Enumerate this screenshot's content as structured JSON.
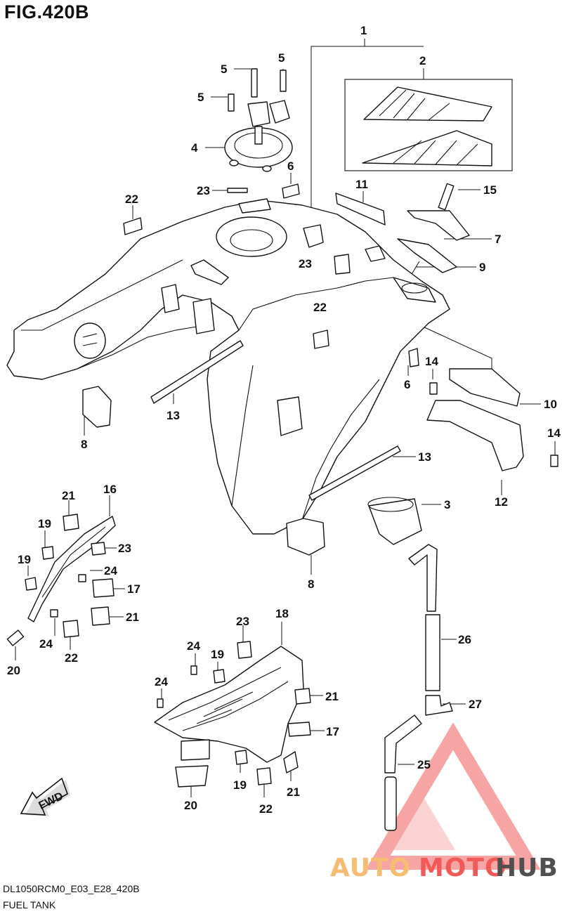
{
  "figure": {
    "title": "FIG.420B",
    "model_code": "DL1050RCM0_E03_E28_420B",
    "description": "FUEL TANK"
  },
  "fwd_badge": "FWD",
  "watermark": {
    "part1": "AUTO",
    "part2": "MOTO",
    "part3": "HUB",
    "colors": {
      "auto": "#f6bd72",
      "moto": "#f25a5a",
      "hub": "#505050"
    }
  },
  "callouts": [
    {
      "id": "c1",
      "label": "1"
    },
    {
      "id": "c2",
      "label": "2"
    },
    {
      "id": "c3",
      "label": "3"
    },
    {
      "id": "c4",
      "label": "4"
    },
    {
      "id": "c5a",
      "label": "5"
    },
    {
      "id": "c5b",
      "label": "5"
    },
    {
      "id": "c5c",
      "label": "5"
    },
    {
      "id": "c6a",
      "label": "6"
    },
    {
      "id": "c6b",
      "label": "6"
    },
    {
      "id": "c7",
      "label": "7"
    },
    {
      "id": "c8a",
      "label": "8"
    },
    {
      "id": "c8b",
      "label": "8"
    },
    {
      "id": "c9",
      "label": "9"
    },
    {
      "id": "c10",
      "label": "10"
    },
    {
      "id": "c11",
      "label": "11"
    },
    {
      "id": "c12",
      "label": "12"
    },
    {
      "id": "c13a",
      "label": "13"
    },
    {
      "id": "c13b",
      "label": "13"
    },
    {
      "id": "c14a",
      "label": "14"
    },
    {
      "id": "c14b",
      "label": "14"
    },
    {
      "id": "c15",
      "label": "15"
    },
    {
      "id": "c16",
      "label": "16"
    },
    {
      "id": "c17a",
      "label": "17"
    },
    {
      "id": "c17b",
      "label": "17"
    },
    {
      "id": "c18",
      "label": "18"
    },
    {
      "id": "c19a",
      "label": "19"
    },
    {
      "id": "c19b",
      "label": "19"
    },
    {
      "id": "c19c",
      "label": "19"
    },
    {
      "id": "c19d",
      "label": "19"
    },
    {
      "id": "c20a",
      "label": "20"
    },
    {
      "id": "c20b",
      "label": "20"
    },
    {
      "id": "c21a",
      "label": "21"
    },
    {
      "id": "c21b",
      "label": "21"
    },
    {
      "id": "c21c",
      "label": "21"
    },
    {
      "id": "c21d",
      "label": "21"
    },
    {
      "id": "c22a",
      "label": "22"
    },
    {
      "id": "c22b",
      "label": "22"
    },
    {
      "id": "c22c",
      "label": "22"
    },
    {
      "id": "c22d",
      "label": "22"
    },
    {
      "id": "c23a",
      "label": "23"
    },
    {
      "id": "c23b",
      "label": "23"
    },
    {
      "id": "c23c",
      "label": "23"
    },
    {
      "id": "c23d",
      "label": "23"
    },
    {
      "id": "c24a",
      "label": "24"
    },
    {
      "id": "c24b",
      "label": "24"
    },
    {
      "id": "c24c",
      "label": "24"
    },
    {
      "id": "c24d",
      "label": "24"
    },
    {
      "id": "c25",
      "label": "25"
    },
    {
      "id": "c26",
      "label": "26"
    },
    {
      "id": "c27",
      "label": "27"
    }
  ]
}
